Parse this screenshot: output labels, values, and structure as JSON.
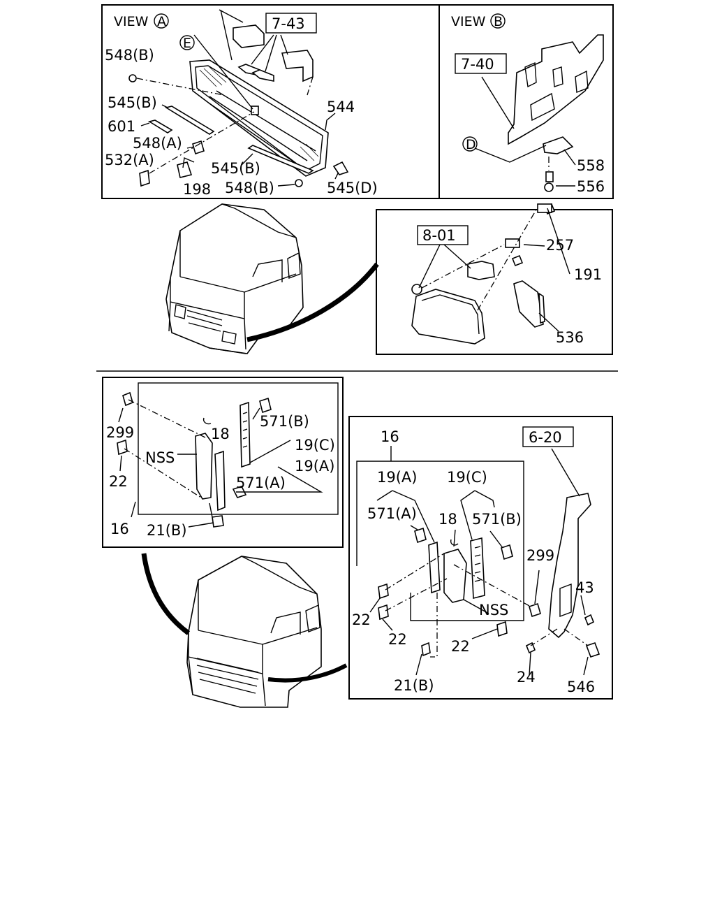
{
  "views": {
    "view_a_title": "VIEW",
    "view_a_letter": "A",
    "view_b_title": "VIEW",
    "view_b_letter": "B"
  },
  "callouts": {
    "e": "E",
    "d": "D"
  },
  "refs": {
    "r743": "7-43",
    "r740": "7-40",
    "r801": "8-01",
    "r620": "6-20"
  },
  "panel_a": {
    "p548b_1": "548(B)",
    "p545b_1": "545(B)",
    "p601": "601",
    "p548a": "548(A)",
    "p532a": "532(A)",
    "p198": "198",
    "p544": "544",
    "p545b_2": "545(B)",
    "p548b_2": "548(B)",
    "p545d": "545(D)"
  },
  "panel_b": {
    "p558": "558",
    "p556": "556"
  },
  "panel_lamp": {
    "p257": "257",
    "p191": "191",
    "p536": "536"
  },
  "panel_side_left": {
    "p299": "299",
    "p18": "18",
    "p571b": "571(B)",
    "p19c": "19(C)",
    "p19a": "19(A)",
    "pnss": "NSS",
    "p571a": "571(A)",
    "p22": "22",
    "p16": "16",
    "p21b": "21(B)"
  },
  "panel_side_right": {
    "p16": "16",
    "p19a": "19(A)",
    "p19c": "19(C)",
    "p571a": "571(A)",
    "p18": "18",
    "p571b": "571(B)",
    "p299": "299",
    "p43": "43",
    "p22_1": "22",
    "p22_2": "22",
    "p22_3": "22",
    "pnss": "NSS",
    "p21b": "21(B)",
    "p24": "24",
    "p546": "546"
  }
}
